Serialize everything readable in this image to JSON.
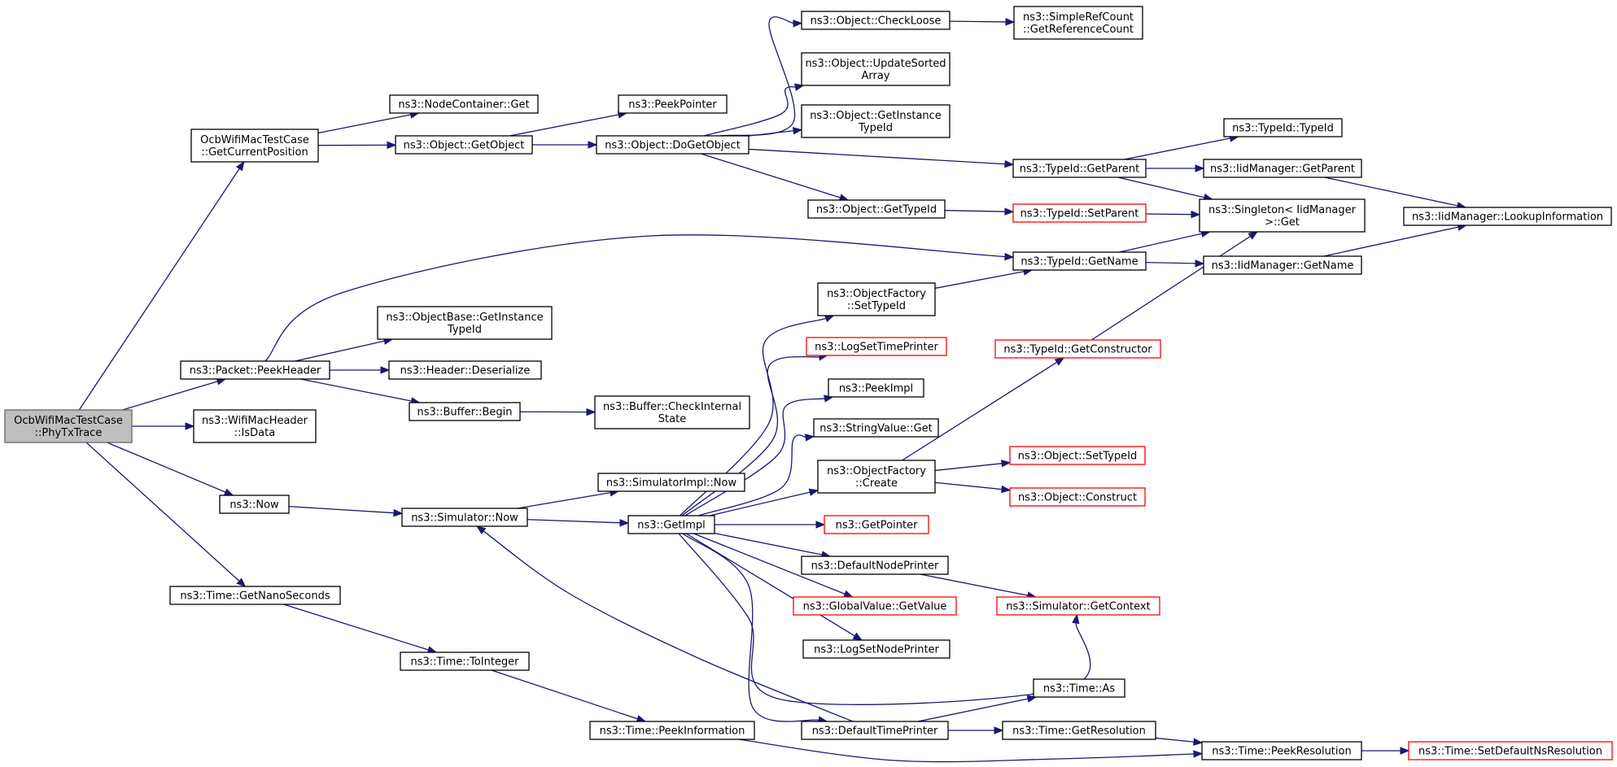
{
  "colors": {
    "edge": "#191970",
    "border": "#000000",
    "unresolved_border": "#ff0000",
    "root_fill": "#bfbfbf"
  },
  "nodes": {
    "phytxtrace": {
      "lines": [
        "OcbWifiMacTestCase",
        "::PhyTxTrace"
      ],
      "style": "root"
    },
    "getcurrentposition": {
      "lines": [
        "OcbWifiMacTestCase",
        "::GetCurrentPosition"
      ]
    },
    "peekheader": {
      "lines": [
        "ns3::Packet::PeekHeader"
      ]
    },
    "isdata": {
      "lines": [
        "ns3::WifiMacHeader",
        "::IsData"
      ]
    },
    "now": {
      "lines": [
        "ns3::Now"
      ]
    },
    "getnanoseconds": {
      "lines": [
        "ns3::Time::GetNanoSeconds"
      ]
    },
    "nodecontainer_get": {
      "lines": [
        "ns3::NodeContainer::Get"
      ]
    },
    "getobject": {
      "lines": [
        "ns3::Object::GetObject"
      ]
    },
    "peekpointer": {
      "lines": [
        "ns3::PeekPointer"
      ]
    },
    "dogetobject": {
      "lines": [
        "ns3::Object::DoGetObject"
      ]
    },
    "checkloose": {
      "lines": [
        "ns3::Object::CheckLoose"
      ]
    },
    "getreferencecount": {
      "lines": [
        "ns3::SimpleRefCount",
        "::GetReferenceCount"
      ]
    },
    "updatesortedarray": {
      "lines": [
        "ns3::Object::UpdateSorted",
        "Array"
      ]
    },
    "object_getinstancetypeid": {
      "lines": [
        "ns3::Object::GetInstance",
        "TypeId"
      ]
    },
    "typeid_getparent": {
      "lines": [
        "ns3::TypeId::GetParent"
      ]
    },
    "typeid_typeid": {
      "lines": [
        "ns3::TypeId::TypeId"
      ]
    },
    "iidmanager_getparent": {
      "lines": [
        "ns3::IidManager::GetParent"
      ]
    },
    "singleton_get": {
      "lines": [
        "ns3::Singleton< IidManager",
        ">::Get"
      ]
    },
    "lookupinformation": {
      "lines": [
        "ns3::IidManager::LookupInformation"
      ]
    },
    "object_gettypeid": {
      "lines": [
        "ns3::Object::GetTypeId"
      ]
    },
    "typeid_setparent": {
      "lines": [
        "ns3::TypeId::SetParent"
      ],
      "style": "red"
    },
    "typeid_getname": {
      "lines": [
        "ns3::TypeId::GetName"
      ]
    },
    "iidmanager_getname": {
      "lines": [
        "ns3::IidManager::GetName"
      ]
    },
    "objectbase_getinstancetypeid": {
      "lines": [
        "ns3::ObjectBase::GetInstance",
        "TypeId"
      ]
    },
    "header_deserialize": {
      "lines": [
        "ns3::Header::Deserialize"
      ]
    },
    "buffer_begin": {
      "lines": [
        "ns3::Buffer::Begin"
      ]
    },
    "checkinternalstate": {
      "lines": [
        "ns3::Buffer::CheckInternal",
        "State"
      ]
    },
    "simulator_now": {
      "lines": [
        "ns3::Simulator::Now"
      ]
    },
    "simulatorimpl_now": {
      "lines": [
        "ns3::SimulatorImpl::Now"
      ]
    },
    "getimpl": {
      "lines": [
        "ns3::GetImpl"
      ]
    },
    "objectfactory_settypeid": {
      "lines": [
        "ns3::ObjectFactory",
        "::SetTypeId"
      ]
    },
    "logsettimeprinter": {
      "lines": [
        "ns3::LogSetTimePrinter"
      ],
      "style": "red"
    },
    "peekimpl": {
      "lines": [
        "ns3::PeekImpl"
      ]
    },
    "stringvalue_get": {
      "lines": [
        "ns3::StringValue::Get"
      ]
    },
    "objectfactory_create": {
      "lines": [
        "ns3::ObjectFactory",
        "::Create"
      ]
    },
    "getpointer": {
      "lines": [
        "ns3::GetPointer"
      ],
      "style": "red"
    },
    "defaultnodeprinter": {
      "lines": [
        "ns3::DefaultNodePrinter"
      ]
    },
    "globalvalue_getvalue": {
      "lines": [
        "ns3::GlobalValue::GetValue"
      ],
      "style": "red"
    },
    "logsetnodeprinter": {
      "lines": [
        "ns3::LogSetNodePrinter"
      ]
    },
    "defaulttimeprinter": {
      "lines": [
        "ns3::DefaultTimePrinter"
      ]
    },
    "typeid_getconstructor": {
      "lines": [
        "ns3::TypeId::GetConstructor"
      ],
      "style": "red"
    },
    "object_settypeid": {
      "lines": [
        "ns3::Object::SetTypeId"
      ],
      "style": "red"
    },
    "object_construct": {
      "lines": [
        "ns3::Object::Construct"
      ],
      "style": "red"
    },
    "simulator_getcontext": {
      "lines": [
        "ns3::Simulator::GetContext"
      ],
      "style": "red"
    },
    "time_as": {
      "lines": [
        "ns3::Time::As"
      ]
    },
    "time_getresolution": {
      "lines": [
        "ns3::Time::GetResolution"
      ]
    },
    "time_peekresolution": {
      "lines": [
        "ns3::Time::PeekResolution"
      ]
    },
    "setdefaultnsresolution": {
      "lines": [
        "ns3::Time::SetDefaultNsResolution"
      ],
      "style": "red"
    },
    "time_tointeger": {
      "lines": [
        "ns3::Time::ToInteger"
      ]
    },
    "time_peekinformation": {
      "lines": [
        "ns3::Time::PeekInformation"
      ]
    }
  },
  "edges": [
    [
      "phytxtrace",
      "getcurrentposition"
    ],
    [
      "phytxtrace",
      "peekheader"
    ],
    [
      "phytxtrace",
      "isdata"
    ],
    [
      "phytxtrace",
      "now"
    ],
    [
      "phytxtrace",
      "getnanoseconds"
    ],
    [
      "getcurrentposition",
      "nodecontainer_get"
    ],
    [
      "getcurrentposition",
      "getobject"
    ],
    [
      "getobject",
      "peekpointer"
    ],
    [
      "getobject",
      "dogetobject"
    ],
    [
      "dogetobject",
      "checkloose"
    ],
    [
      "checkloose",
      "getreferencecount"
    ],
    [
      "dogetobject",
      "updatesortedarray"
    ],
    [
      "dogetobject",
      "object_getinstancetypeid"
    ],
    [
      "dogetobject",
      "typeid_getparent"
    ],
    [
      "dogetobject",
      "object_gettypeid"
    ],
    [
      "typeid_getparent",
      "typeid_typeid"
    ],
    [
      "typeid_getparent",
      "iidmanager_getparent"
    ],
    [
      "typeid_getparent",
      "singleton_get"
    ],
    [
      "iidmanager_getparent",
      "lookupinformation"
    ],
    [
      "object_gettypeid",
      "typeid_setparent"
    ],
    [
      "typeid_setparent",
      "singleton_get"
    ],
    [
      "peekheader",
      "typeid_getname"
    ],
    [
      "peekheader",
      "objectbase_getinstancetypeid"
    ],
    [
      "peekheader",
      "header_deserialize"
    ],
    [
      "peekheader",
      "buffer_begin"
    ],
    [
      "buffer_begin",
      "checkinternalstate"
    ],
    [
      "typeid_getname",
      "singleton_get"
    ],
    [
      "typeid_getname",
      "iidmanager_getname"
    ],
    [
      "iidmanager_getname",
      "lookupinformation"
    ],
    [
      "now",
      "simulator_now"
    ],
    [
      "simulator_now",
      "simulatorimpl_now"
    ],
    [
      "simulator_now",
      "getimpl"
    ],
    [
      "getimpl",
      "objectfactory_settypeid"
    ],
    [
      "getimpl",
      "logsettimeprinter"
    ],
    [
      "getimpl",
      "peekimpl"
    ],
    [
      "getimpl",
      "stringvalue_get"
    ],
    [
      "getimpl",
      "objectfactory_create"
    ],
    [
      "getimpl",
      "getpointer"
    ],
    [
      "getimpl",
      "defaultnodeprinter"
    ],
    [
      "getimpl",
      "globalvalue_getvalue"
    ],
    [
      "getimpl",
      "logsetnodeprinter"
    ],
    [
      "getimpl",
      "defaulttimeprinter"
    ],
    [
      "getimpl",
      "simulator_getcontext"
    ],
    [
      "objectfactory_settypeid",
      "typeid_getname"
    ],
    [
      "objectfactory_create",
      "typeid_getconstructor"
    ],
    [
      "objectfactory_create",
      "object_settypeid"
    ],
    [
      "objectfactory_create",
      "object_construct"
    ],
    [
      "typeid_getconstructor",
      "singleton_get"
    ],
    [
      "defaultnodeprinter",
      "simulator_getcontext"
    ],
    [
      "defaulttimeprinter",
      "simulator_now"
    ],
    [
      "defaulttimeprinter",
      "time_as"
    ],
    [
      "defaulttimeprinter",
      "time_getresolution"
    ],
    [
      "time_getresolution",
      "time_peekresolution"
    ],
    [
      "time_peekresolution",
      "setdefaultnsresolution"
    ],
    [
      "getnanoseconds",
      "time_tointeger"
    ],
    [
      "time_tointeger",
      "time_peekinformation"
    ],
    [
      "time_peekinformation",
      "time_peekresolution"
    ]
  ]
}
